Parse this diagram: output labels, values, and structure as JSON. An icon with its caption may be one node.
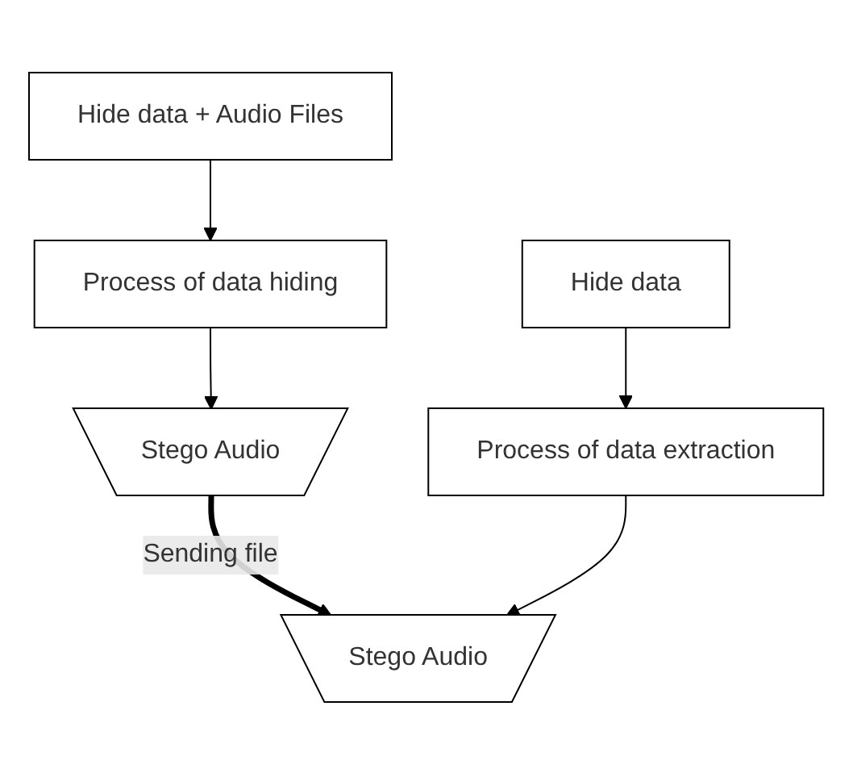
{
  "diagram": {
    "nodes": [
      {
        "text": [
          "Hide data + Audio Files"
        ]
      },
      {
        "text": [
          "Process of data hiding"
        ]
      },
      {
        "text": [
          "Stego Audio"
        ]
      },
      {
        "text": [
          "Hide data"
        ]
      },
      {
        "text": [
          "Process of data extraction"
        ]
      },
      {
        "text": [
          "Stego Audio"
        ]
      }
    ],
    "edges": [
      {
        "from": 0,
        "to": 1,
        "arrow": "to"
      },
      {
        "from": 1,
        "to": 2,
        "arrow": "to"
      },
      {
        "from": 2,
        "to": 5,
        "arrow": "to",
        "label": "Sending file",
        "style": "thick"
      },
      {
        "from": 3,
        "to": 4,
        "arrow": "to"
      },
      {
        "from": 4,
        "to": 5,
        "arrow": "to"
      }
    ]
  }
}
